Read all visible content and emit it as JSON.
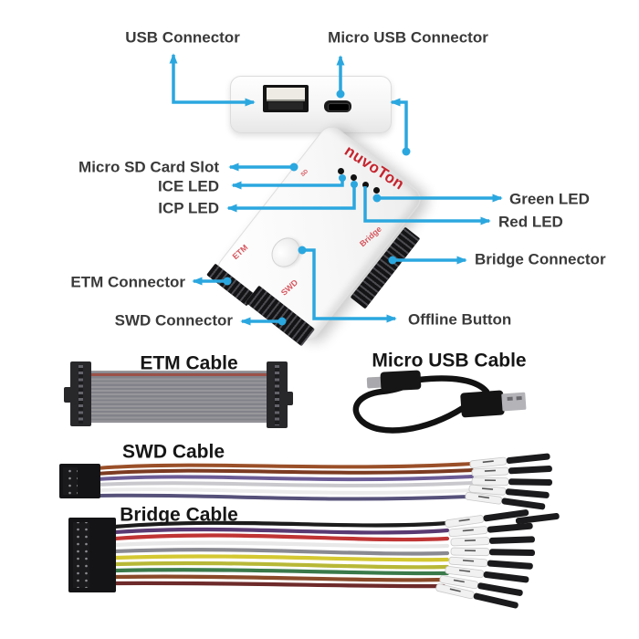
{
  "colors": {
    "accent": "#2BA7DF",
    "brand_red": "#C5242E",
    "device_label_red": "#D6565E"
  },
  "callouts": {
    "usb_connector": "USB Connector",
    "micro_usb_connector": "Micro USB Connector",
    "micro_sd_card_slot": "Micro SD Card Slot",
    "ice_led": "ICE LED",
    "icp_led": "ICP LED",
    "green_led": "Green LED",
    "red_led": "Red LED",
    "bridge_connector": "Bridge Connector",
    "etm_connector": "ETM Connector",
    "swd_connector": "SWD Connector",
    "offline_button": "Offline Button"
  },
  "device": {
    "brand": "nuvoTon",
    "labels": {
      "etm": "ETM",
      "swd": "SWD",
      "bridge": "Bridge",
      "sd": "SD"
    }
  },
  "cables": {
    "etm": "ETM Cable",
    "micro_usb": "Micro USB Cable",
    "swd": "SWD Cable",
    "bridge": "Bridge Cable"
  }
}
